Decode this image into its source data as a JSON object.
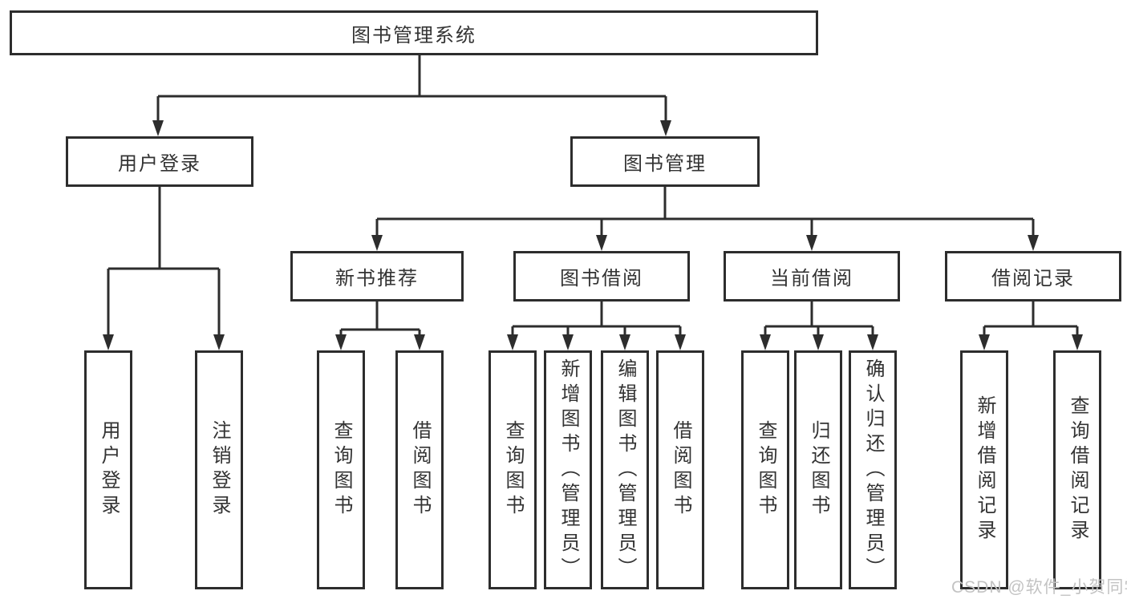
{
  "tree": {
    "root": {
      "label": "图书管理系统"
    },
    "branches": [
      {
        "label": "用户登录",
        "children": [
          {
            "label": "用户登录"
          },
          {
            "label": "注销登录"
          }
        ]
      },
      {
        "label": "图书管理",
        "groups": [
          {
            "label": "新书推荐",
            "children": [
              {
                "label": "查询图书"
              },
              {
                "label": "借阅图书"
              }
            ]
          },
          {
            "label": "图书借阅",
            "children": [
              {
                "label": "查询图书"
              },
              {
                "label": "新增图书（管理员）"
              },
              {
                "label": "编辑图书（管理员）"
              },
              {
                "label": "借阅图书"
              }
            ]
          },
          {
            "label": "当前借阅",
            "children": [
              {
                "label": "查询图书"
              },
              {
                "label": "归还图书"
              },
              {
                "label": "确认归还（管理员）"
              }
            ]
          },
          {
            "label": "借阅记录",
            "children": [
              {
                "label": "新增借阅记录"
              },
              {
                "label": "查询借阅记录"
              }
            ]
          }
        ]
      }
    ]
  },
  "watermark": {
    "text": "CSDN @软件_小贺同学"
  },
  "colors": {
    "line": "#2d2d2d",
    "text": "#333333",
    "watermark": "#c3c3c3",
    "background": "#ffffff"
  }
}
